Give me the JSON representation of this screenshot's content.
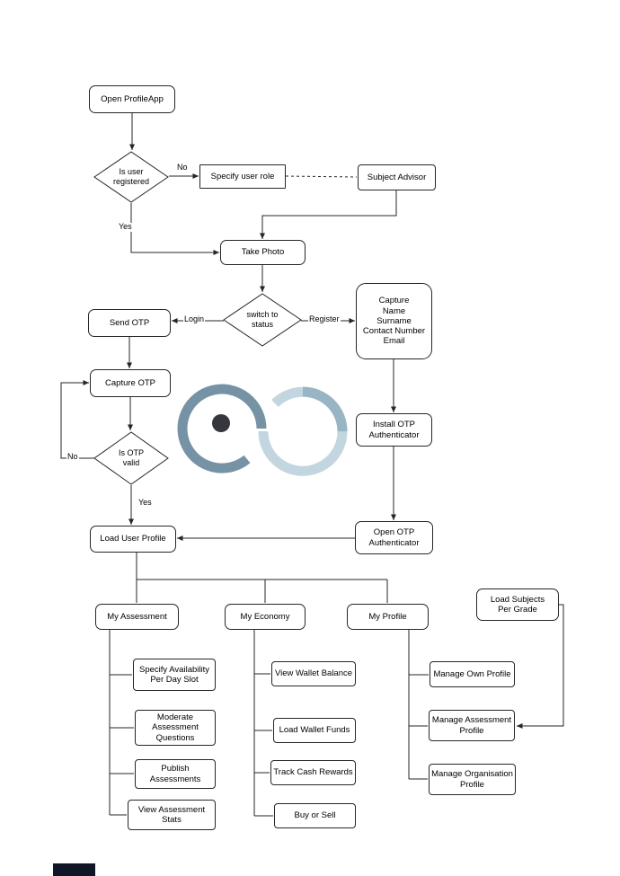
{
  "diagram": {
    "nodes": {
      "open_profileapp": {
        "label": "Open ProfileApp"
      },
      "is_user_registered": {
        "label": "Is user\nregistered"
      },
      "specify_user_role": {
        "label": "Specify user role"
      },
      "subject_advisor": {
        "label": "Subject Advisor"
      },
      "take_photo": {
        "label": "Take Photo"
      },
      "switch_to_status": {
        "label": "switch to\nstatus"
      },
      "send_otp": {
        "label": "Send OTP"
      },
      "capture_details": {
        "label": "Capture\nName\nSurname\nContact Number\nEmail"
      },
      "capture_otp": {
        "label": "Capture OTP"
      },
      "is_otp_valid": {
        "label": "Is OTP\nvalid"
      },
      "install_otp_authenticator": {
        "label": "Install OTP\nAuthenticator"
      },
      "load_user_profile": {
        "label": "Load User Profile"
      },
      "open_otp_authenticator": {
        "label": "Open OTP\nAuthenticator"
      },
      "my_assessment": {
        "label": "My Assessment"
      },
      "my_economy": {
        "label": "My Economy"
      },
      "my_profile": {
        "label": "My Profile"
      },
      "load_subjects_per_grade": {
        "label": "Load Subjects\nPer Grade"
      },
      "specify_availability": {
        "label": "Specify Availability\nPer Day Slot"
      },
      "moderate_assessment_questions": {
        "label": "Moderate\nAssessment\nQuestions"
      },
      "publish_assessments": {
        "label": "Publish\nAssessments"
      },
      "view_assessment_stats": {
        "label": "View Assessment\nStats"
      },
      "view_wallet_balance": {
        "label": "View Wallet Balance"
      },
      "load_wallet_funds": {
        "label": "Load Wallet Funds"
      },
      "track_cash_rewards": {
        "label": "Track Cash Rewards"
      },
      "buy_or_sell": {
        "label": "Buy or Sell"
      },
      "manage_own_profile": {
        "label": "Manage Own Profile"
      },
      "manage_assessment_profile": {
        "label": "Manage Assessment\nProfile"
      },
      "manage_organisation_profile": {
        "label": "Manage Organisation\nProfile"
      }
    },
    "edge_labels": {
      "no_registered": "No",
      "yes_registered": "Yes",
      "login": "Login",
      "register": "Register",
      "no_otp_valid": "No",
      "yes_otp_valid": "Yes"
    },
    "colors": {
      "line": "#262626",
      "watermark_dark": "#6a8a9d",
      "watermark_mid": "#8fafc0",
      "watermark_light": "#bed2dd",
      "watermark_dot": "#26262e",
      "footer_bar": "#0f1626"
    }
  }
}
